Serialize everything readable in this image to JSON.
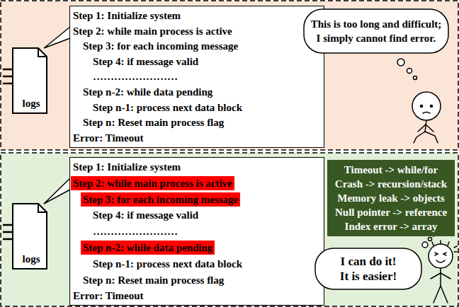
{
  "diagram": {
    "nodes": [
      {
        "text": [
          "logs"
        ]
      },
      {
        "text": [
          "Step 1: Initialize system",
          "Step 2: while main process is active",
          "Step 3: for each incoming message",
          "Step 4: if message valid",
          "……………………",
          "Step n-2: while data pending",
          "Step n-1: process next data block",
          "Step n: Reset main process flag",
          "Error: Timeout"
        ]
      },
      {
        "text": [
          "This is too long and difficult; I simply cannot find error."
        ]
      },
      {
        "text": [
          "logs"
        ]
      },
      {
        "text": [
          "Step 1: Initialize system",
          "Step 4: if message valid",
          "……………………",
          "Step n-1: process next data block",
          "Step n: Reset main process flag"
        ]
      },
      {
        "text": [
          "Step 2: while main process is active"
        ],
        "in": 4
      },
      {
        "text": [
          "Step 3: for each incoming message"
        ],
        "in": 4
      },
      {
        "text": [
          "Step n-2: while data pending"
        ],
        "in": 4
      },
      {
        "text": [
          "Error: Timeout"
        ],
        "in": 4
      },
      {
        "text": [
          "Timeout -> while/for",
          "Crash -> recursion/stack",
          "Memory leak -> objects",
          "Null pointer -> reference",
          "Index error -> array"
        ]
      },
      {
        "text": [
          "I can do it! It is easier!"
        ]
      }
    ],
    "edges": [
      {
        "from": 8,
        "to": 5,
        "arrow": "to"
      },
      {
        "from": 8,
        "to": 6,
        "arrow": "to"
      },
      {
        "from": 8,
        "to": 7,
        "arrow": "to"
      }
    ]
  }
}
